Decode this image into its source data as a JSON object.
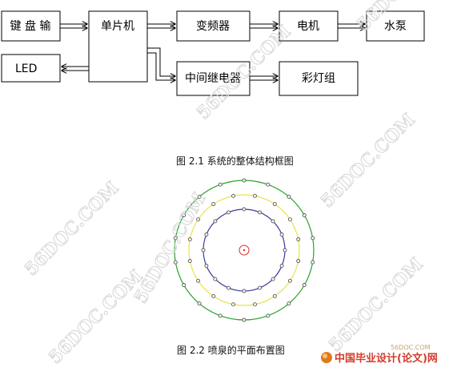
{
  "diagram": {
    "blocks": {
      "keypad": "键 盘 输",
      "mcu": "单片机",
      "led": "LED",
      "inverter": "变频器",
      "motor": "电机",
      "pump": "水泵",
      "relay": "中间继电器",
      "lights": "彩灯组"
    },
    "caption": "图 2.1 系统的整体结构框图"
  },
  "layout_figure": {
    "caption": "图 2.2  喷泉的平面布置图",
    "rings": [
      {
        "name": "center",
        "color": "#dd2a2a",
        "nozzles": 1
      },
      {
        "name": "inner",
        "color": "#3a3aa0",
        "nozzles": 16
      },
      {
        "name": "middle",
        "color": "#e9e24a",
        "nozzles": 16
      },
      {
        "name": "outer",
        "color": "#2aa52a",
        "nozzles": 18
      }
    ]
  },
  "watermarks": {
    "site": "56DOC.COM",
    "brand": "中国毕业设计(论文)网",
    "brand_url": "56DOC.COM"
  }
}
